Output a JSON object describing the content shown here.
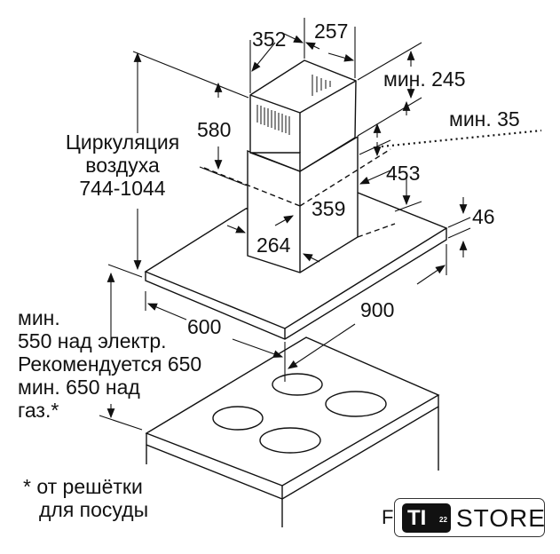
{
  "dimensions": {
    "chimney_width": "352",
    "chimney_depth": "257",
    "upper_chimney_height": "580",
    "min_top_clearance": "мин. 245",
    "min_overlap": "мин. 35",
    "lower_chimney_height": "453",
    "lower_chimney_width": "359",
    "lower_chimney_depth": "264",
    "canopy_thickness": "46",
    "canopy_depth": "600",
    "canopy_width": "900"
  },
  "air_circulation": [
    "Циркуляция",
    "воздуха",
    "744-1044"
  ],
  "mounting_height": [
    "мин.",
    "550 над электр.",
    "Рекомендуется 650",
    "мин. 650 над",
    "газ.*"
  ],
  "footnote": [
    "* от решётки",
    "для посуды"
  ],
  "watermark": {
    "prefix": "F",
    "badge": "TI",
    "superscript": "22",
    "text": "STORE"
  },
  "colors": {
    "line": "#111111",
    "background": "#ffffff"
  }
}
